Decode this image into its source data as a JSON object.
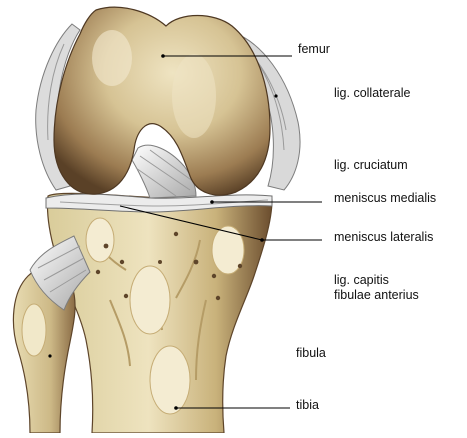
{
  "labels": {
    "femur": "femur",
    "lig_collaterale": "lig. collaterale",
    "lig_cruciatum": "lig. cruciatum",
    "meniscus_medialis": "meniscus medialis",
    "meniscus_lateralis": "meniscus lateralis",
    "lig_capitis_line1": "lig. capitis",
    "lig_capitis_line2": "fibulae anterius",
    "fibula": "fibula",
    "tibia": "tibia"
  },
  "colors": {
    "bone_light": "#e9dfb9",
    "bone_mid": "#c8b27a",
    "bone_dark": "#6b4d2e",
    "femur_light": "#d8c596",
    "femur_dark": "#5a4127",
    "ligament": "#e7e7e7",
    "ligament_shadow": "#9a9a9a",
    "leader_line": "#000000"
  }
}
